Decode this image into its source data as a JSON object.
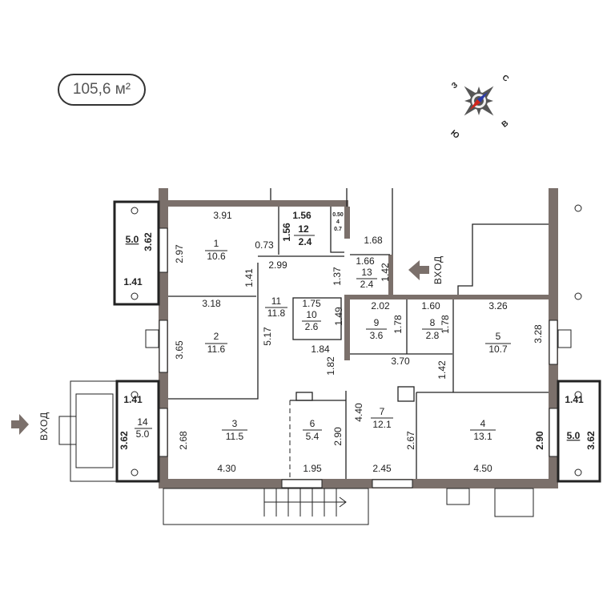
{
  "total_area": "105,6 м²",
  "compass": {
    "north": "С",
    "south": "Ю",
    "west": "З",
    "east": "В",
    "north_color": "#2b3aa8",
    "south_color": "#d0261c"
  },
  "entrance_label": "ВХОД",
  "wall_color": "#7b706b",
  "rooms": [
    {
      "number": "1",
      "area": "10.6",
      "dims": [
        "3.91",
        "2.97",
        "0.73",
        "1.41"
      ]
    },
    {
      "number": "2",
      "area": "11.6",
      "dims": [
        "3.18",
        "3.65"
      ]
    },
    {
      "number": "3",
      "area": "11.5",
      "dims": [
        "2.68",
        "4.30"
      ]
    },
    {
      "number": "4",
      "area": "13.1",
      "dims": [
        "2.90",
        "4.50"
      ]
    },
    {
      "number": "5",
      "area": "10.7",
      "dims": [
        "3.26",
        "3.28"
      ]
    },
    {
      "number": "6",
      "area": "5.4",
      "dims": [
        "2.90",
        "1.95"
      ]
    },
    {
      "number": "7",
      "area": "12.1",
      "dims": [
        "4.40",
        "2.67",
        "2.45"
      ]
    },
    {
      "number": "8",
      "area": "2.8",
      "dims": [
        "1.60",
        "1.78"
      ]
    },
    {
      "number": "9",
      "area": "3.6",
      "dims": [
        "2.02",
        "1.78"
      ]
    },
    {
      "number": "10",
      "area": "2.6",
      "dims": [
        "1.75",
        "1.49"
      ]
    },
    {
      "number": "11",
      "area": "11.8",
      "dims": [
        "2.99",
        "5.17",
        "1.84",
        "1.82",
        "3.70",
        "1.42"
      ]
    },
    {
      "number": "12",
      "area": "2.4",
      "dims": [
        "1.56",
        "1.56"
      ]
    },
    {
      "number": "13",
      "area": "2.4",
      "dims": [
        "1.66",
        "1.42",
        "1.37",
        "1.68"
      ]
    },
    {
      "number": "14",
      "area": "5.0",
      "dims": [
        "1.41",
        "3.62"
      ]
    },
    {
      "number": "4",
      "area": "0.7",
      "dims": [
        "0.50"
      ]
    }
  ],
  "balconies": {
    "top_left": {
      "area": "5.0",
      "dims": [
        "3.62",
        "1.41"
      ]
    },
    "right": {
      "area": "5.0",
      "dims": [
        "1.41",
        "3.62"
      ]
    }
  }
}
